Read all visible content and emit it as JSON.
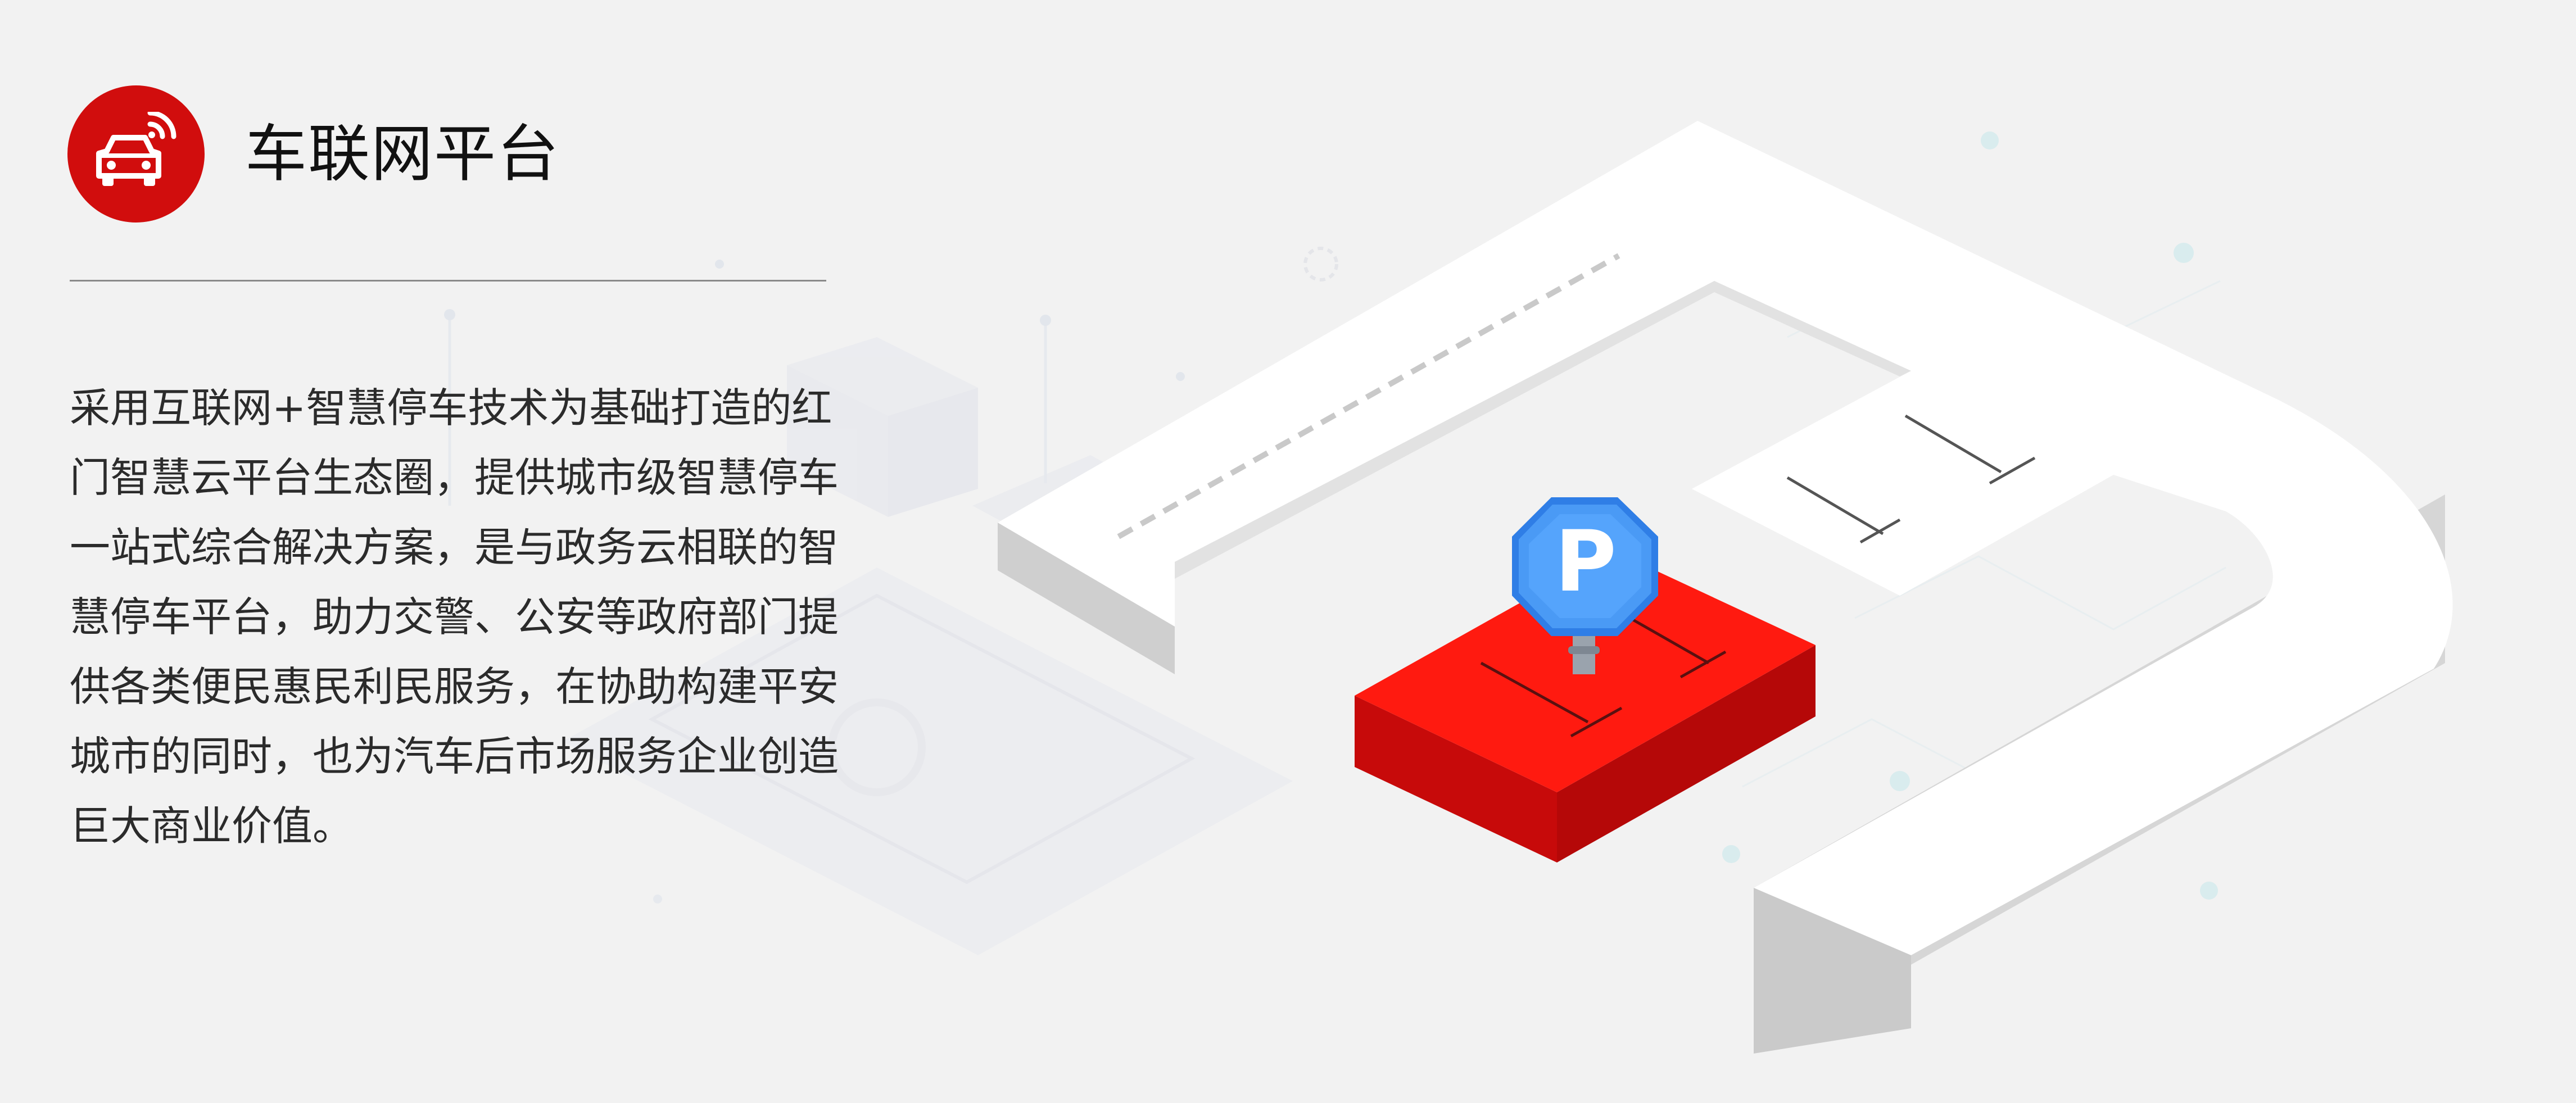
{
  "header": {
    "title": "车联网平台",
    "icon": "connected-car-icon"
  },
  "description": "采用互联网+智慧停车技术为基础打造的红门智慧云平台生态圈，提供城市级智慧停车一站式综合解决方案，是与政务云相联的智慧停车平台，助力交警、公安等政府部门提供各类便民惠民利民服务，在协助构建平安城市的同时，也为汽车后市场服务企业创造巨大商业价值。",
  "illustration": {
    "parking_sign_letter": "P"
  },
  "colors": {
    "accent_red": "#d10d0d",
    "parking_blue": "#3d8ff0",
    "background": "#f2f2f2"
  }
}
